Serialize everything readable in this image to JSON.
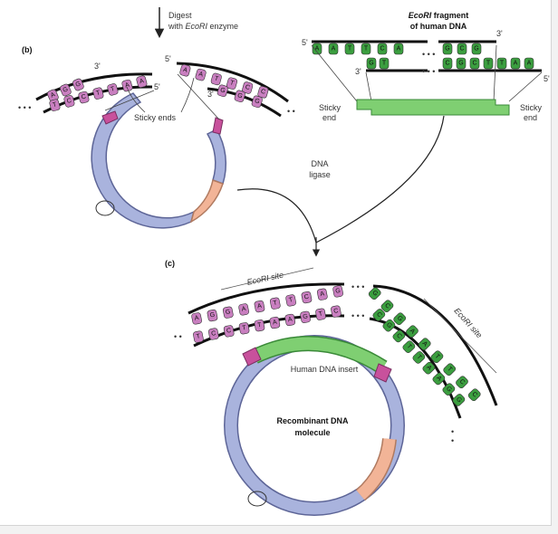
{
  "labels": {
    "digest_line1": "Digest",
    "digest_with": "with ",
    "digest_enzyme": "EcoRI",
    "digest_rest": " enzyme",
    "panel_b": "(b)",
    "panel_c": "(c)",
    "fragment_enzyme": "EcoRI",
    "fragment_rest": " fragment",
    "fragment_line2": "of human DNA",
    "sticky_ends": "Sticky ends",
    "sticky": "Sticky",
    "end": "end",
    "dna": "DNA",
    "ligase": "ligase",
    "ecori_site": "EcoRI site",
    "human_insert": "Human DNA insert",
    "recombinant1": "Recombinant DNA",
    "recombinant2": "molecule",
    "five_prime": "5'",
    "three_prime": "3'"
  },
  "sequences": {
    "b_left_top": [
      "A",
      "G",
      "G"
    ],
    "b_left_top_tail": [
      "A",
      "A"
    ],
    "b_left_bottom": [
      "T",
      "C",
      "C",
      "T",
      "T",
      "A",
      "A"
    ],
    "b_right_top": [
      "A",
      "A",
      "T",
      "T",
      "C",
      "C"
    ],
    "b_right_bottom": [
      "G",
      "G",
      "G"
    ],
    "frag_top_left": [
      "A",
      "A",
      "T",
      "T",
      "C",
      "A"
    ],
    "frag_top_right": [
      "G",
      "C",
      "G"
    ],
    "frag_bottom_left": [
      "G",
      "T"
    ],
    "frag_bottom_right": [
      "C",
      "G",
      "C",
      "T",
      "T",
      "A",
      "A"
    ],
    "c_left_top": [
      "A",
      "G",
      "G",
      "A",
      "A",
      "T",
      "T",
      "C",
      "A",
      "G"
    ],
    "c_left_bottom": [
      "T",
      "C",
      "C",
      "T",
      "T",
      "A",
      "A",
      "G",
      "T",
      "C"
    ],
    "c_right_top": [
      "G",
      "C",
      "G",
      "A",
      "A",
      "T",
      "T",
      "C",
      "C"
    ],
    "c_right_bottom": [
      "C",
      "G",
      "C",
      "T",
      "T",
      "A",
      "A",
      "G",
      "G"
    ]
  },
  "colors": {
    "plasmid_blue": "#a9b3dd",
    "plasmid_blue_stroke": "#5d6597",
    "plasmid_peach": "#f2b497",
    "plasmid_peach_stroke": "#b07a60",
    "site_magenta": "#c8519c",
    "vector_base": "#c97fc0",
    "human_base": "#3b9e3f",
    "human_bar": "#7fcf72",
    "backbone": "#111111"
  }
}
